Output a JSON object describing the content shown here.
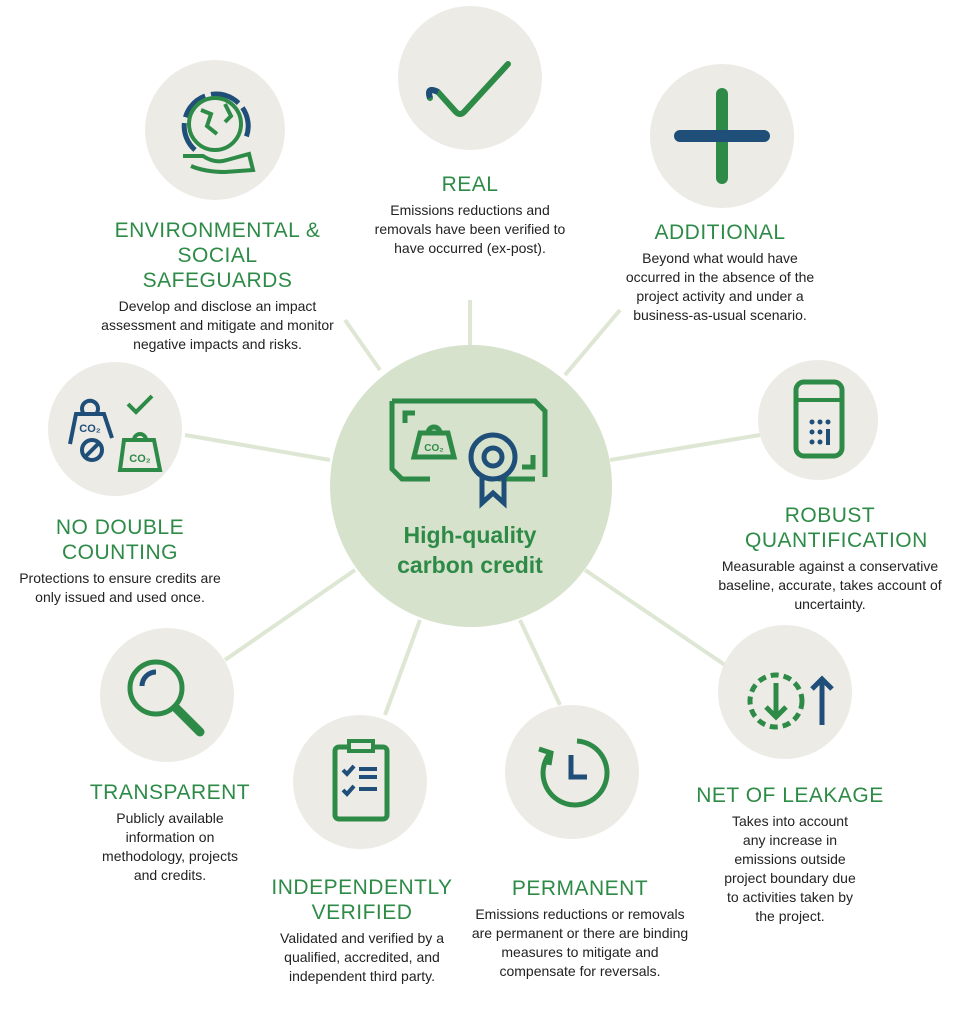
{
  "center": {
    "title_line1": "High-quality",
    "title_line2": "carbon credit",
    "icon": "certificate-co2-icon"
  },
  "colors": {
    "green": "#2e8b47",
    "navy": "#1f4e79",
    "circle": "#ecebe6",
    "center": "#d6e2cc",
    "line": "#dde7d3"
  },
  "items": [
    {
      "title": "REAL",
      "desc": "Emissions reductions and removals have been verified to have occurred (ex-post).",
      "icon": "checkmark-icon"
    },
    {
      "title": "ADDITIONAL",
      "desc": "Beyond what would have occurred in the absence of the project activity and under a business-as-usual scenario.",
      "icon": "plus-icon"
    },
    {
      "title": "ROBUST QUANTIFICATION",
      "desc": "Measurable against a conservative baseline, accurate, takes account of uncertainty.",
      "icon": "calculator-icon"
    },
    {
      "title": "NET OF LEAKAGE",
      "desc": "Takes into account any increase in emissions outside project boundary due to activities taken by the project.",
      "icon": "arrows-icon"
    },
    {
      "title": "PERMANENT",
      "desc": "Emissions reductions or removals are permanent or there are binding measures to mitigate and compensate for reversals.",
      "icon": "clock-icon"
    },
    {
      "title": "INDEPENDENTLY VERIFIED",
      "desc": "Validated and verified by a qualified, accredited, and independent third party.",
      "icon": "clipboard-icon"
    },
    {
      "title": "TRANSPARENT",
      "desc": "Publicly available information on methodology, projects and credits.",
      "icon": "magnifier-icon"
    },
    {
      "title": "NO DOUBLE COUNTING",
      "desc": "Protections to ensure credits are only issued and used once.",
      "icon": "co2-weights-icon"
    },
    {
      "title": "ENVIRONMENTAL & SOCIAL SAFEGUARDS",
      "desc": "Develop and disclose an impact assessment and mitigate and monitor negative impacts and risks.",
      "icon": "globe-hand-icon"
    }
  ]
}
